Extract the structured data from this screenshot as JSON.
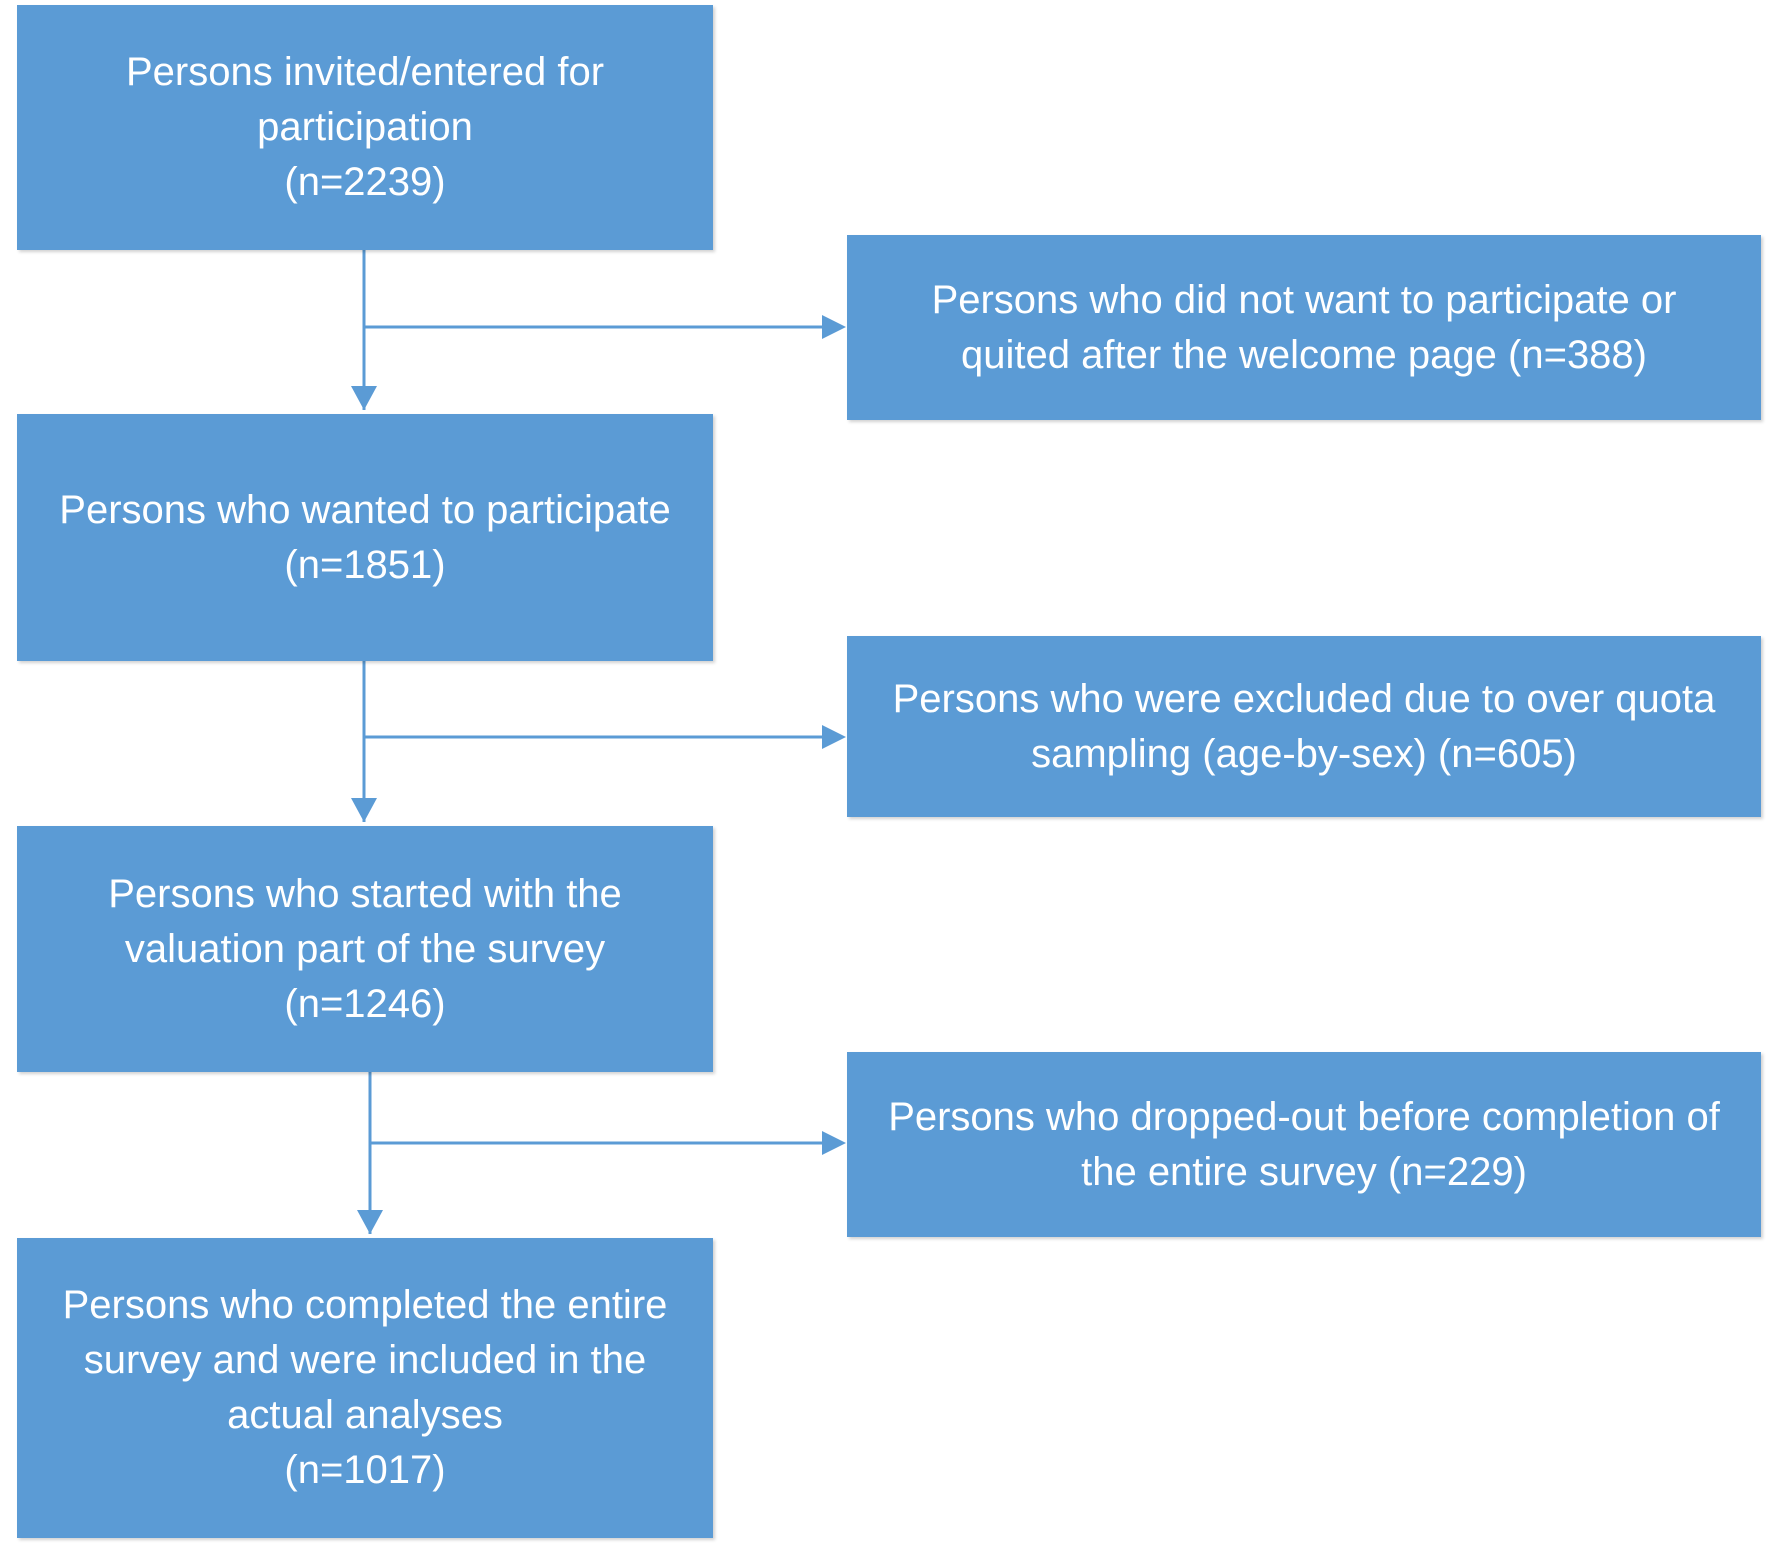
{
  "flowchart": {
    "main_steps": [
      {
        "text": "Persons invited/entered for\nparticipation\n(n=2239)"
      },
      {
        "text": "Persons who wanted to participate\n(n=1851)"
      },
      {
        "text": "Persons who started with the\nvaluation part of the survey\n(n=1246)"
      },
      {
        "text": "Persons who completed  the entire\nsurvey and were included in the\nactual analyses\n(n=1017)"
      }
    ],
    "exclusions": [
      {
        "text": "Persons who did not want to participate or\nquited after the welcome page (n=388)"
      },
      {
        "text": "Persons who were excluded due to over quota\nsampling (age-by-sex) (n=605)"
      },
      {
        "text": "Persons who dropped-out before completion of\nthe entire survey (n=229)"
      }
    ]
  },
  "colors": {
    "box_fill": "#5b9bd5",
    "box_text": "#ffffff",
    "connector": "#5b9bd5",
    "background": "#ffffff"
  }
}
